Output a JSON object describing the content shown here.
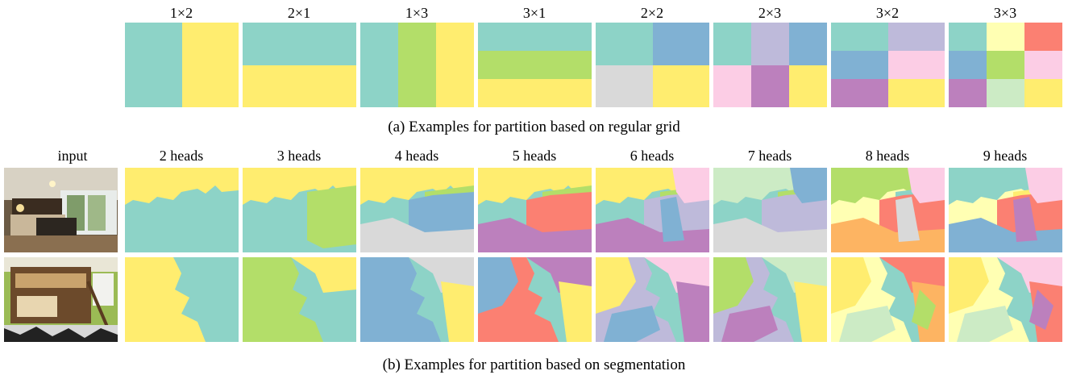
{
  "colors": {
    "teal": "#8dd3c7",
    "yellow": "#ffed6f",
    "green": "#b3de69",
    "blue": "#80b1d3",
    "gray": "#d9d9d9",
    "lavender": "#bebada",
    "pink": "#fccde5",
    "purple": "#bc80bd",
    "lightyellow": "#ffffb3",
    "red": "#fb8072",
    "mint": "#ccebc5",
    "orange": "#fdb462"
  },
  "grid_row": {
    "labels": [
      "1×2",
      "2×1",
      "1×3",
      "3×1",
      "2×2",
      "2×3",
      "3×2",
      "3×3"
    ],
    "grids": [
      {
        "cols": 2,
        "rows": 1,
        "cells": [
          "teal",
          "yellow"
        ]
      },
      {
        "cols": 1,
        "rows": 2,
        "cells": [
          "teal",
          "yellow"
        ]
      },
      {
        "cols": 3,
        "rows": 1,
        "cells": [
          "teal",
          "green",
          "yellow"
        ]
      },
      {
        "cols": 1,
        "rows": 3,
        "cells": [
          "teal",
          "green",
          "yellow"
        ]
      },
      {
        "cols": 2,
        "rows": 2,
        "cells": [
          "teal",
          "blue",
          "gray",
          "yellow"
        ]
      },
      {
        "cols": 3,
        "rows": 2,
        "cells": [
          "teal",
          "lavender",
          "blue",
          "pink",
          "purple",
          "yellow"
        ]
      },
      {
        "cols": 2,
        "rows": 3,
        "cells": [
          "teal",
          "lavender",
          "blue",
          "pink",
          "purple",
          "yellow"
        ]
      },
      {
        "cols": 3,
        "rows": 3,
        "cells": [
          "teal",
          "lightyellow",
          "red",
          "blue",
          "green",
          "pink",
          "purple",
          "mint",
          "yellow"
        ]
      }
    ],
    "caption": "(a) Examples for partition based on regular grid"
  },
  "seg_row": {
    "input_label": "input",
    "labels": [
      "2 heads",
      "3 heads",
      "4 heads",
      "5 heads",
      "6 heads",
      "7 heads",
      "8 heads",
      "9 heads"
    ],
    "caption": "(b) Examples for partition based on segmentation",
    "row1_colors": [
      [
        "teal",
        "yellow"
      ],
      [
        "teal",
        "yellow",
        "green"
      ],
      [
        "teal",
        "yellow",
        "green",
        "blue",
        "gray"
      ],
      [
        "teal",
        "yellow",
        "green",
        "red",
        "purple"
      ],
      [
        "teal",
        "yellow",
        "green",
        "lavender",
        "purple",
        "pink",
        "blue"
      ],
      [
        "teal",
        "mint",
        "green",
        "lavender",
        "gray",
        "blue"
      ],
      [
        "lightyellow",
        "green",
        "teal",
        "red",
        "orange",
        "pink",
        "gray"
      ],
      [
        "lightyellow",
        "teal",
        "yellow",
        "red",
        "blue",
        "pink",
        "purple"
      ]
    ],
    "row2_colors": [
      [
        "teal",
        "yellow"
      ],
      [
        "teal",
        "green",
        "yellow"
      ],
      [
        "teal",
        "blue",
        "gray",
        "yellow"
      ],
      [
        "teal",
        "red",
        "purple",
        "yellow",
        "blue"
      ],
      [
        "teal",
        "lavender",
        "pink",
        "purple",
        "yellow",
        "blue"
      ],
      [
        "teal",
        "lavender",
        "mint",
        "yellow",
        "green",
        "purple"
      ],
      [
        "teal",
        "lightyellow",
        "red",
        "orange",
        "yellow",
        "mint",
        "green"
      ],
      [
        "teal",
        "lightyellow",
        "pink",
        "red",
        "yellow",
        "mint",
        "purple"
      ]
    ]
  }
}
